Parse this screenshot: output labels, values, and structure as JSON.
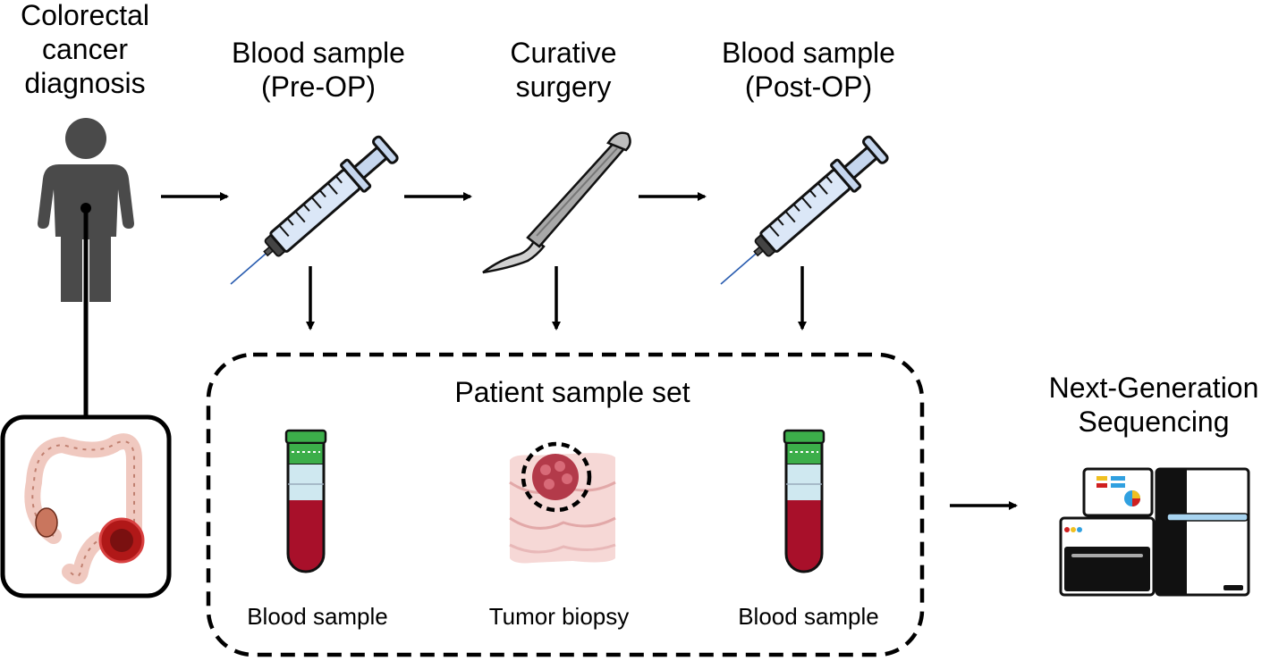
{
  "steps": {
    "diagnosis": [
      "Colorectal",
      "cancer",
      "diagnosis"
    ],
    "pre_op": [
      "Blood sample",
      "(Pre-OP)"
    ],
    "surgery": [
      "Curative",
      "surgery"
    ],
    "post_op": [
      "Blood sample",
      "(Post-OP)"
    ]
  },
  "sample_set": {
    "title": "Patient sample set",
    "items": [
      "Blood sample",
      "Tumor biopsy",
      "Blood sample"
    ]
  },
  "ngs": [
    "Next-Generation",
    "Sequencing"
  ],
  "icons": {
    "patient": "person-icon",
    "colon": "colon-icon",
    "syringe": "syringe-icon",
    "scalpel": "scalpel-icon",
    "blood_tube": "blood-tube-icon",
    "tumor": "tumor-biopsy-icon",
    "sequencer": "sequencer-icon"
  },
  "colors": {
    "person": "#4a4a4a",
    "blood": "#a8102a",
    "tube_cap": "#3cae4a",
    "plasma": "#cfe8f0",
    "syringe_body": "#dbe7f7",
    "tumor": "#b33a4a"
  }
}
